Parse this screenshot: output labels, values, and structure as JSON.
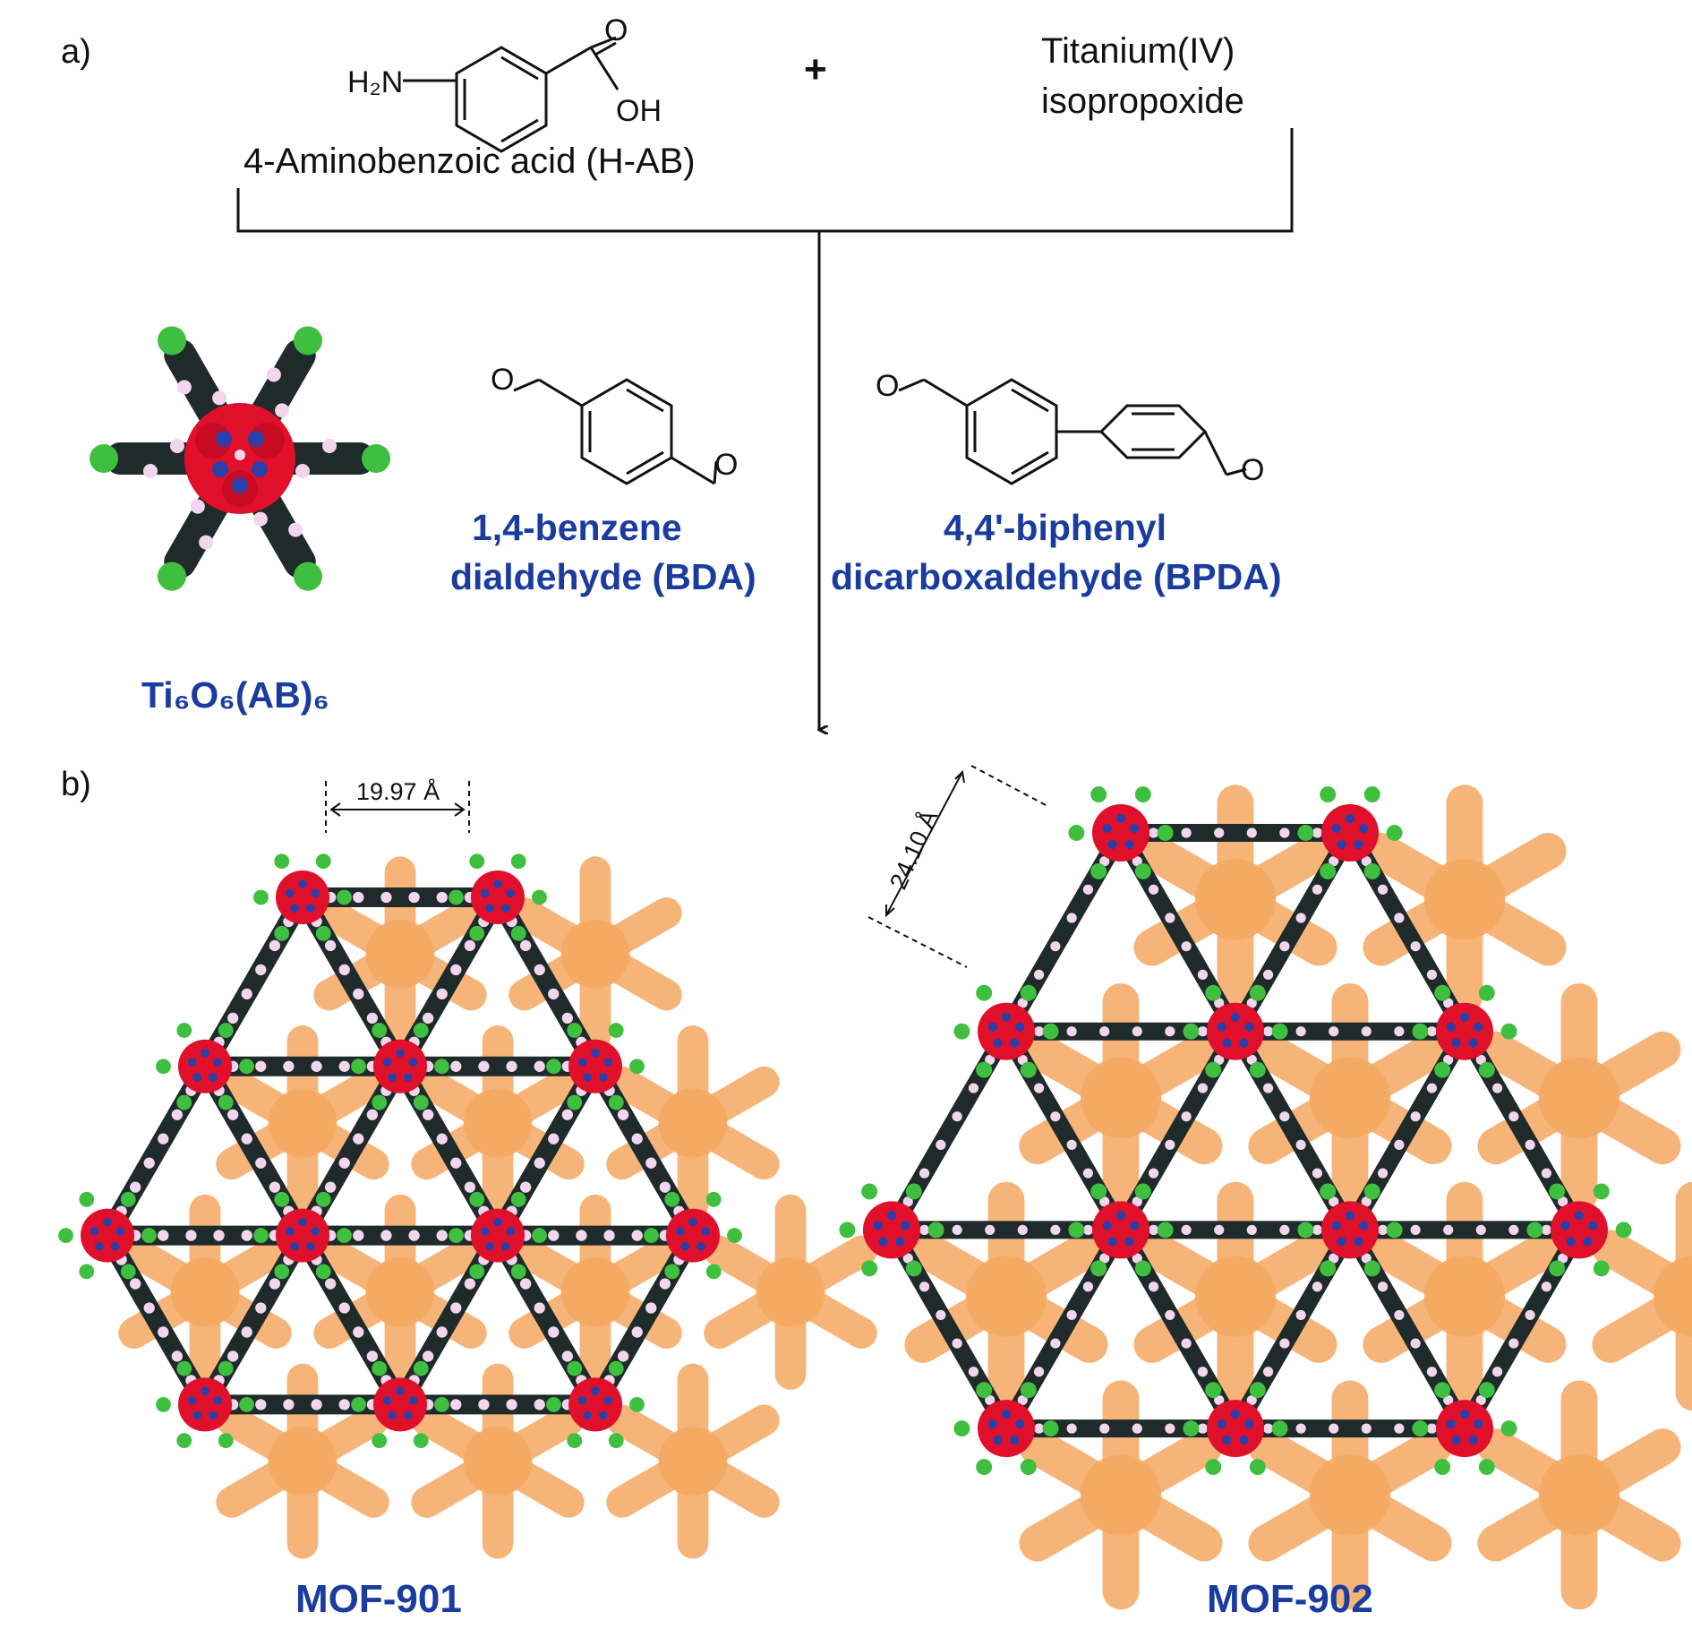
{
  "panels": {
    "a": "a)",
    "b": "b)"
  },
  "reagents": {
    "amine_group": "H₂N",
    "carbonyl_o": "O",
    "hydroxyl": "OH",
    "acid_name": "4-Aminobenzoic acid (H-AB)",
    "plus": "+",
    "titanium_line1": "Titanium(IV)",
    "titanium_line2": "isopropoxide"
  },
  "cluster": {
    "label": "Ti₆O₆(AB)₆"
  },
  "linkers": {
    "bda_line1": "1,4-benzene",
    "bda_line2": "dialdehyde (BDA)",
    "bpda_line1": "4,4'-biphenyl",
    "bpda_line2": "dicarboxaldehyde (BPDA)",
    "aldehyde_o": "O"
  },
  "frameworks": {
    "mof901": {
      "name": "MOF-901",
      "spacing": "19.97 Å"
    },
    "mof902": {
      "name": "MOF-902",
      "spacing": "24.10 Å"
    }
  },
  "colors": {
    "cluster_red": "#e0102a",
    "titanium_blue": "#2b3fa8",
    "carbon_dark": "#1f2a2a",
    "nitrogen_green": "#3fbf3f",
    "hydrogen_pink": "#f2d6ee",
    "background_layer": "#f5a862",
    "label_blue": "#1a3c9e"
  }
}
